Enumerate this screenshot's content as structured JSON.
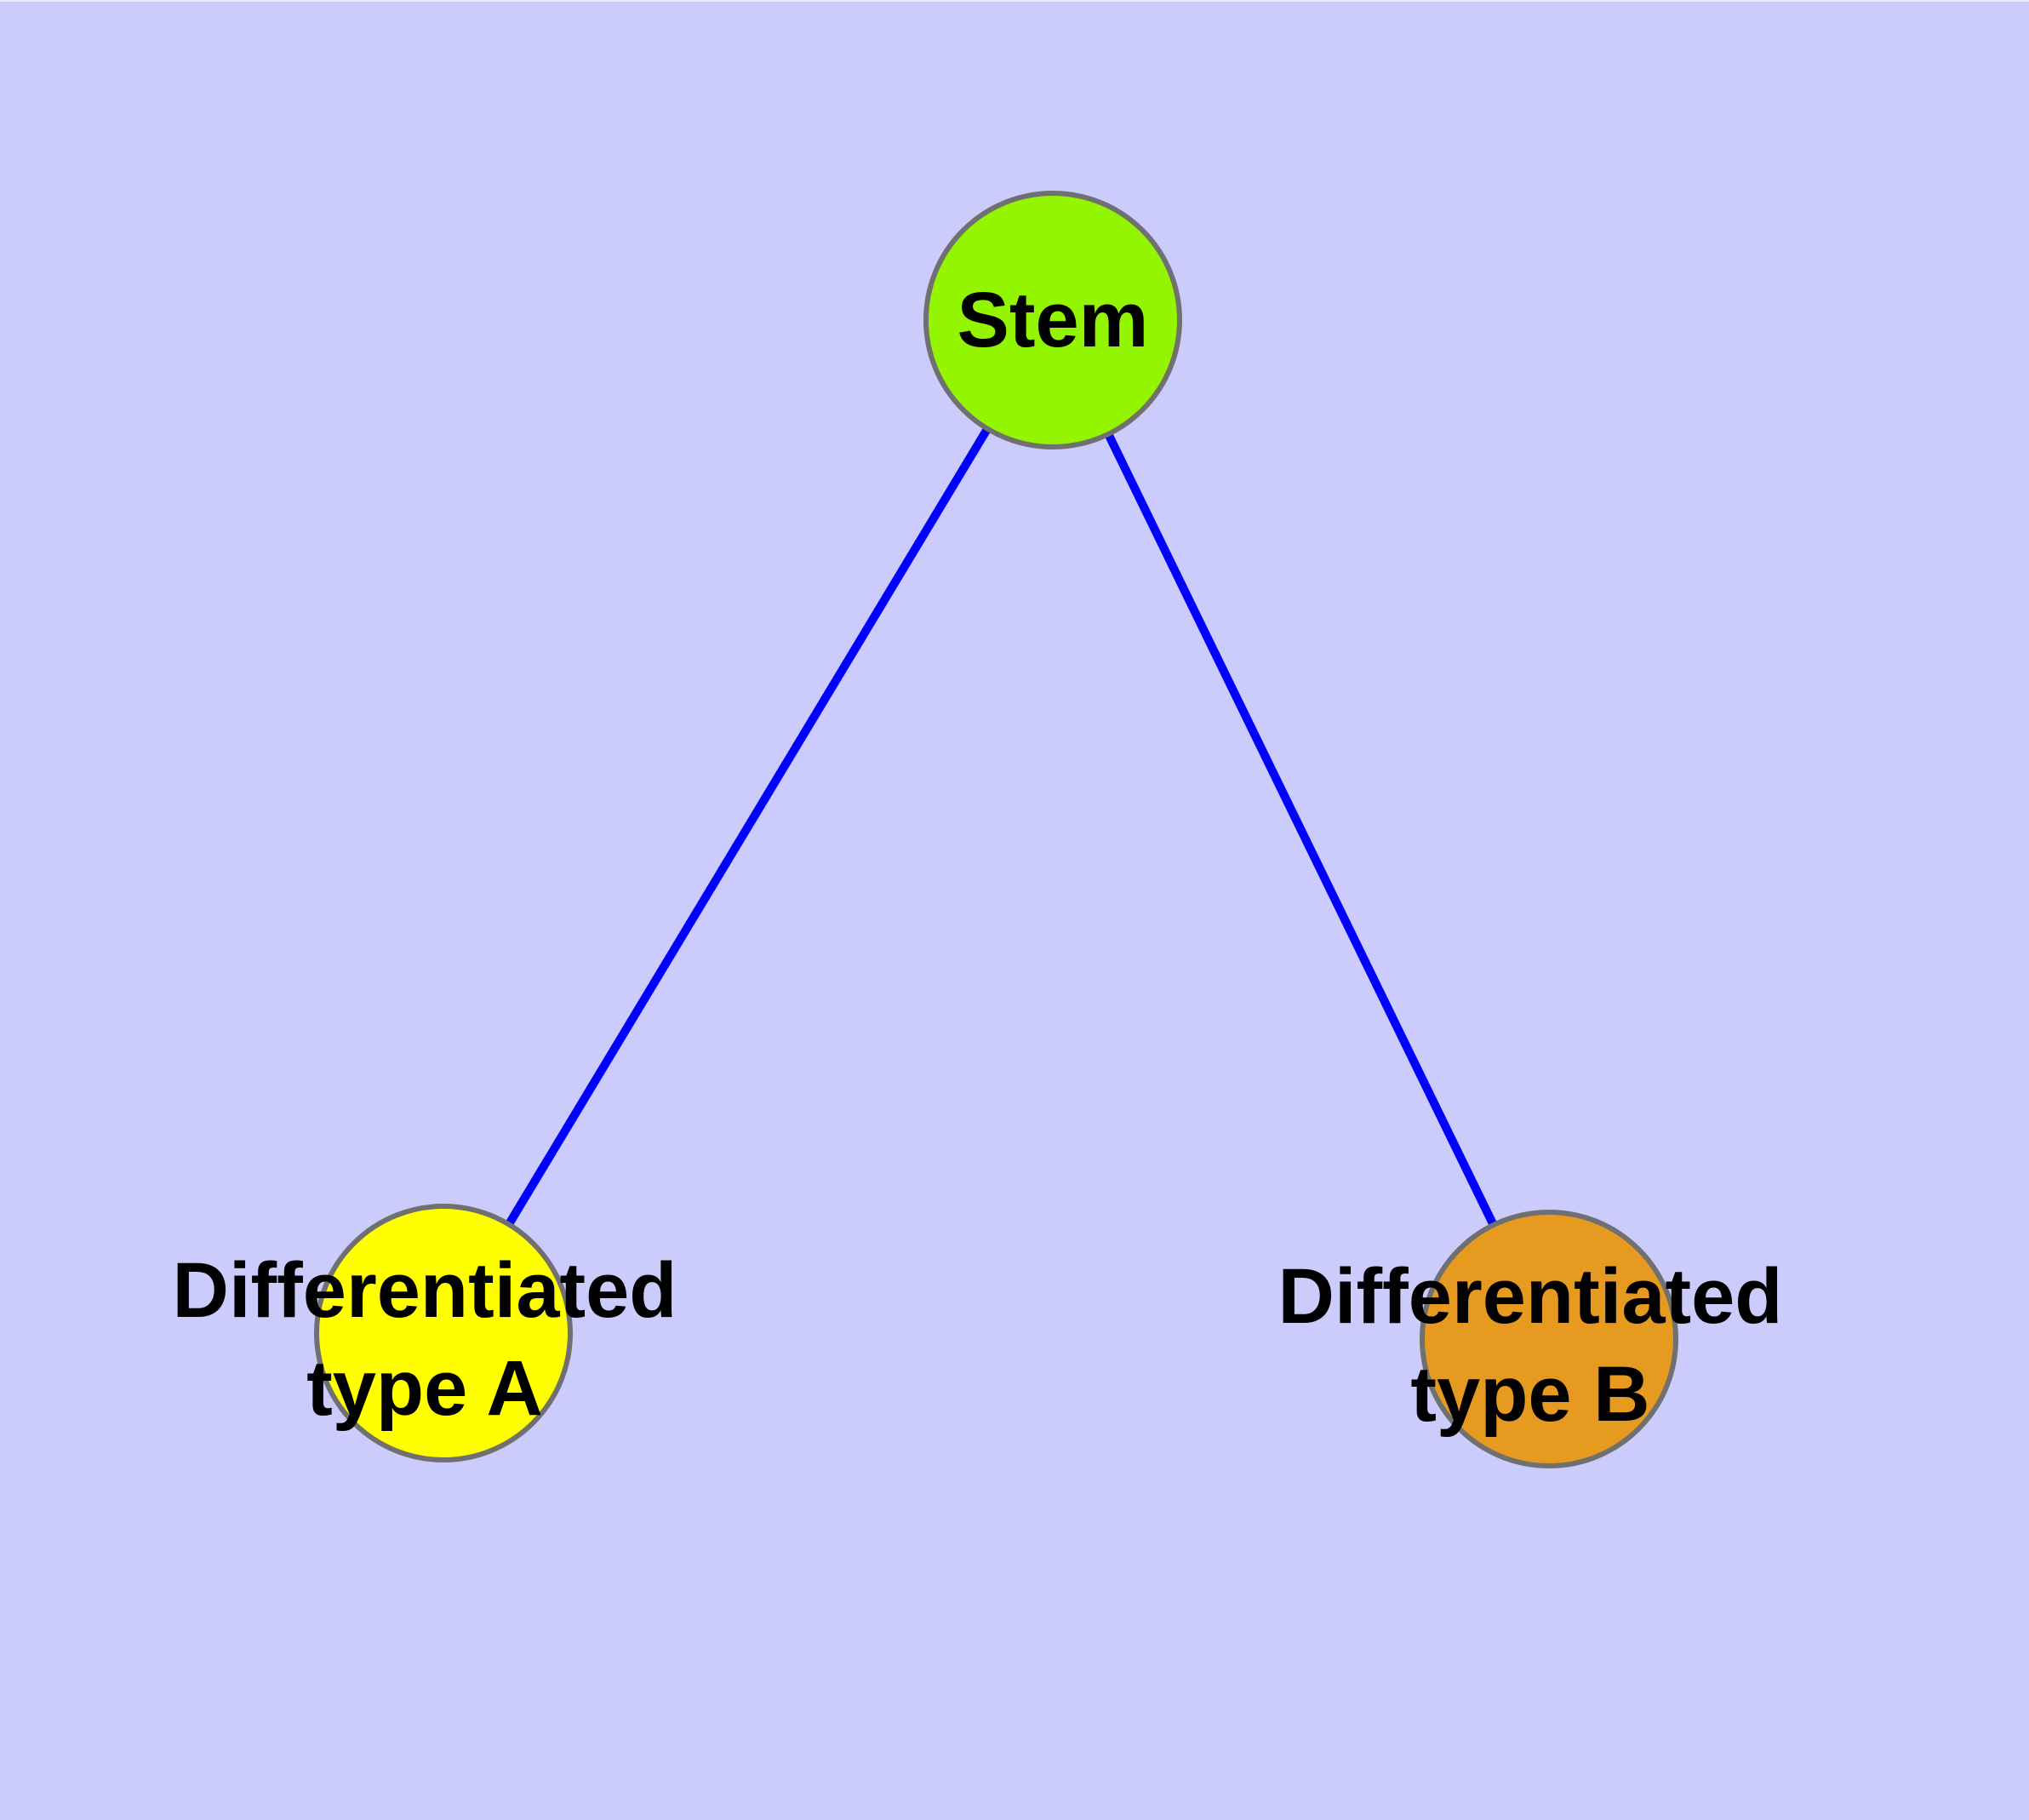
{
  "diagram": {
    "type": "node-link-graph",
    "background_color": "#CBCCFB",
    "edge_color": "#0000FF",
    "node_border_color": "#707070",
    "label_color": "#000000",
    "nodes": [
      {
        "id": "stem",
        "label": "Stem",
        "fill": "#94F500",
        "position": "top-center"
      },
      {
        "id": "type-a",
        "label": "Differentiated\ntype A",
        "fill": "#FFFF00",
        "position": "bottom-left"
      },
      {
        "id": "type-b",
        "label": "Differentiated\ntype B",
        "fill": "#E69A20",
        "position": "bottom-right"
      }
    ],
    "edges": [
      {
        "from": "Stem",
        "to": "Differentiated type A"
      },
      {
        "from": "Stem",
        "to": "Differentiated type B"
      }
    ]
  }
}
